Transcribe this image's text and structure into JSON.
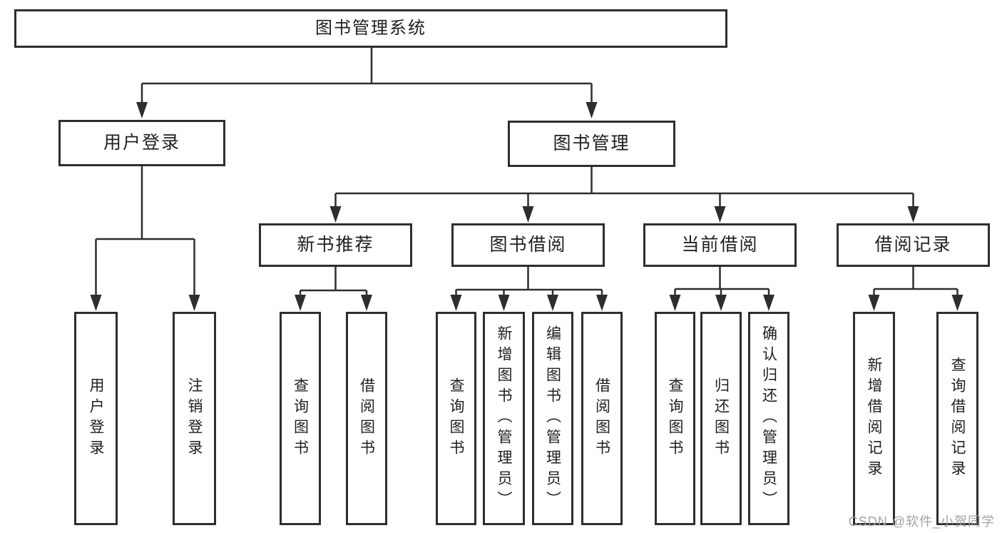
{
  "diagram": {
    "root": "图书管理系统",
    "level2": {
      "user": "用户登录",
      "mgmt": "图书管理"
    },
    "level3": {
      "newbook": "新书推荐",
      "borrow": "图书借阅",
      "current": "当前借阅",
      "records": "借阅记录"
    },
    "leaves": {
      "user": [
        "用户登录",
        "注销登录"
      ],
      "newbook": [
        "查询图书",
        "借阅图书"
      ],
      "borrow": [
        "查询图书",
        "新增图书（管理员）",
        "编辑图书（管理员）",
        "借阅图书"
      ],
      "current": [
        "查询图书",
        "归还图书",
        "确认归还（管理员）"
      ],
      "records": [
        "新增借阅记录",
        "查询借阅记录"
      ]
    },
    "watermark": "CSDN @软件_小贺同学",
    "colors": {
      "line": "#2e2e2e",
      "border": "#2e2e2e",
      "text": "#1f1f1f",
      "watermark": "#a3a3a3",
      "background": "#ffffff"
    }
  }
}
